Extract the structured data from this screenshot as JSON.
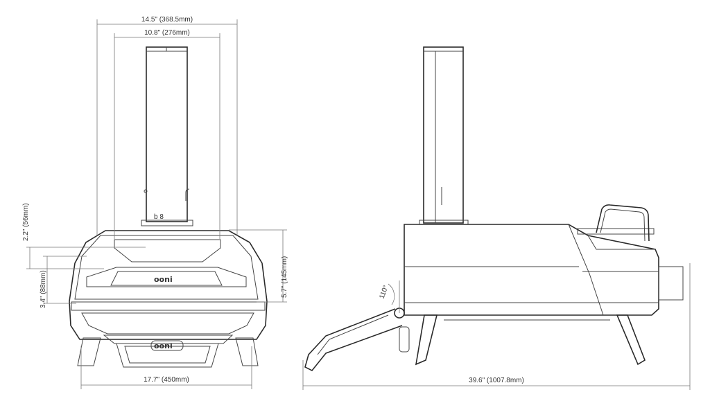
{
  "front_view": {
    "logo_text": "ooni",
    "dimensions": {
      "overall_width_top": "14.5\" (368.5mm)",
      "chimney_span": "10.8\" (276mm)",
      "upper_height": "2.2\" (56mm)",
      "opening_height": "3.4\" (88mm)",
      "mouth_height": "5.7\" (145mm)",
      "base_width": "17.7\" (450mm)"
    }
  },
  "side_view": {
    "dimensions": {
      "overall_length": "39.6\" (1007.8mm)",
      "door_angle": "110°"
    }
  }
}
